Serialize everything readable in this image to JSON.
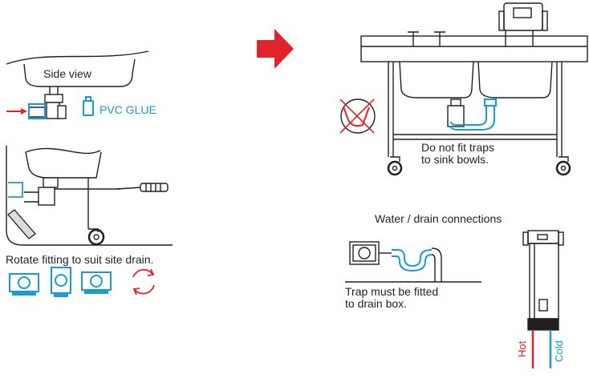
{
  "colors": {
    "line": "#231f20",
    "blue": "#1a9ad6",
    "red": "#e0242b",
    "grey": "#dcdcdc"
  },
  "icons": [
    "arrow-right-icon",
    "glue-bottle-icon",
    "screwdriver-icon",
    "rotate-arrows-icon",
    "prohibited-icon"
  ],
  "labels": {
    "side_view": "Side view",
    "pvc_glue": "PVC GLUE",
    "rotate_fitting": "Rotate fitting to suit site drain.",
    "no_traps_line1": "Do not fit traps",
    "no_traps_line2": "to sink bowls.",
    "water_drain": "Water / drain connections",
    "trap_line1": "Trap must be fitted",
    "trap_line2": "to drain box.",
    "hot": "Hot",
    "cold": "Cold"
  }
}
